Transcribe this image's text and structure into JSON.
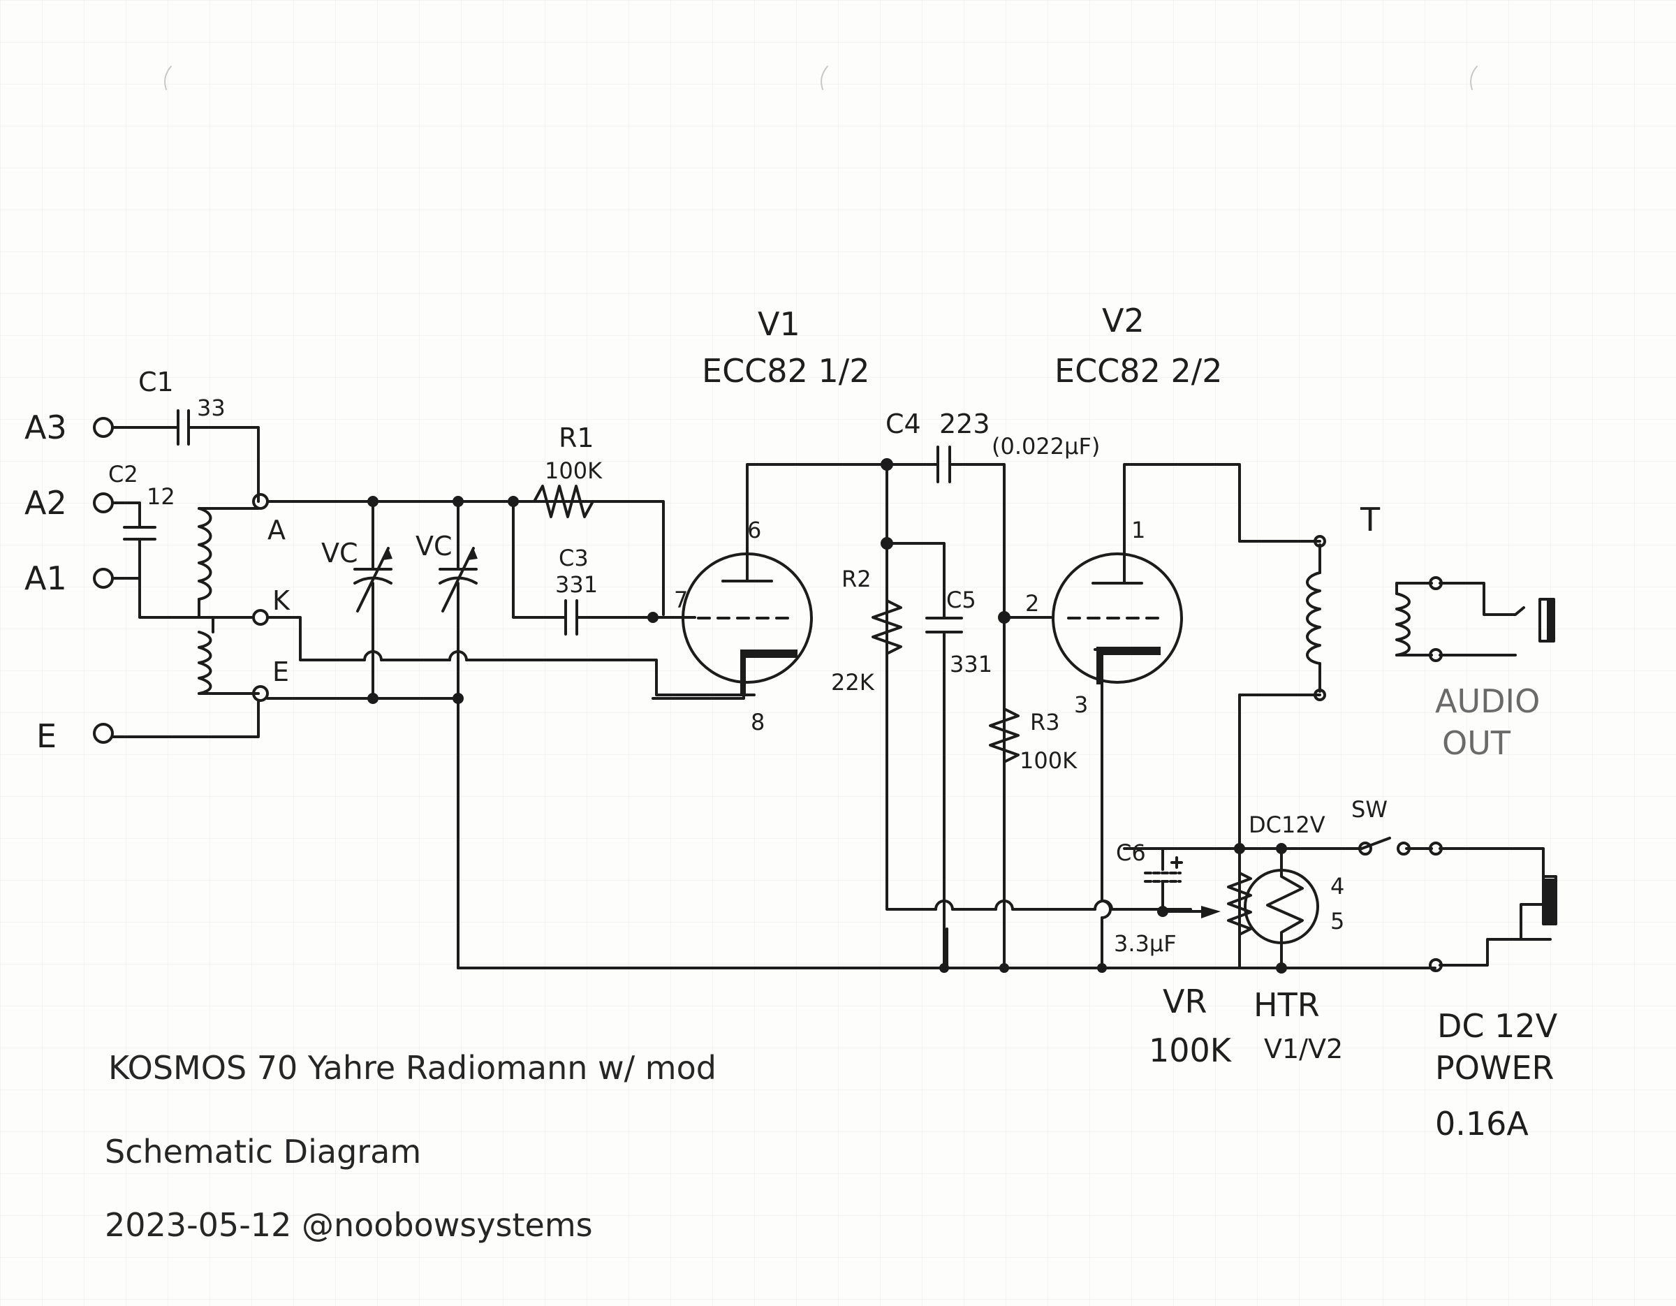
{
  "inputs": {
    "a3": "A3",
    "a2": "A2",
    "a1": "A1",
    "e": "E"
  },
  "terminals": {
    "a": "A",
    "k": "K",
    "e": "E"
  },
  "capacitors": {
    "c1": {
      "name": "C1",
      "value": "33"
    },
    "c2": {
      "name": "C2",
      "value": "12"
    },
    "c3": {
      "name": "C3",
      "value": "331"
    },
    "c4": {
      "name": "C4",
      "value": "223",
      "note": "(0.022μF)"
    },
    "c5": {
      "name": "C5",
      "value": "331"
    },
    "c6": {
      "name": "C6",
      "value": "3.3μF"
    }
  },
  "resistors": {
    "r1": {
      "name": "R1",
      "value": "100K"
    },
    "r2": {
      "name": "R2",
      "value": "22K"
    },
    "r3": {
      "name": "R3",
      "value": "100K"
    }
  },
  "variable_caps": {
    "vc1": "VC",
    "vc2": "VC"
  },
  "tubes": {
    "v1": {
      "name": "V1",
      "type": "ECC82 1/2",
      "pins": [
        "6",
        "7",
        "8"
      ]
    },
    "v2": {
      "name": "V2",
      "type": "ECC82 2/2",
      "pins": [
        "1",
        "2",
        "3"
      ]
    }
  },
  "transformer": "T",
  "audio_out": {
    "line1": "AUDIO",
    "line2": "OUT"
  },
  "power": {
    "rail": "DC12V",
    "switch": "SW",
    "vr": {
      "name": "VR",
      "value": "100K"
    },
    "htr": {
      "name": "HTR",
      "sub": "V1/V2",
      "pins": [
        "4",
        "5"
      ]
    },
    "jack": {
      "line1": "DC 12V",
      "line2": "POWER",
      "line3": "0.16A"
    }
  },
  "notes": {
    "title": "KOSMOS  70 Yahre  Radiomann  w/ mod",
    "subtitle": "Schematic Diagram",
    "date": "2023-05-12  @noobowsystems"
  }
}
